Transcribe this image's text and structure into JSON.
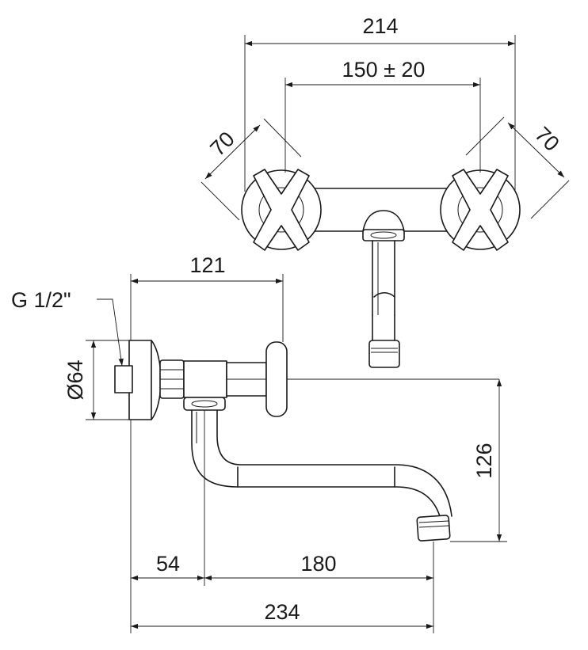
{
  "dimensions": {
    "overall_width_top": "214",
    "handle_spacing": "150 ± 20",
    "handle_left": "70",
    "handle_right": "70",
    "depth_to_handle": "121",
    "inlet_thread": "G 1/2\"",
    "flange_diameter": "Ø64",
    "spout_height": "126",
    "wall_to_pipe": "54",
    "spout_reach": "180",
    "overall_reach": "234"
  }
}
